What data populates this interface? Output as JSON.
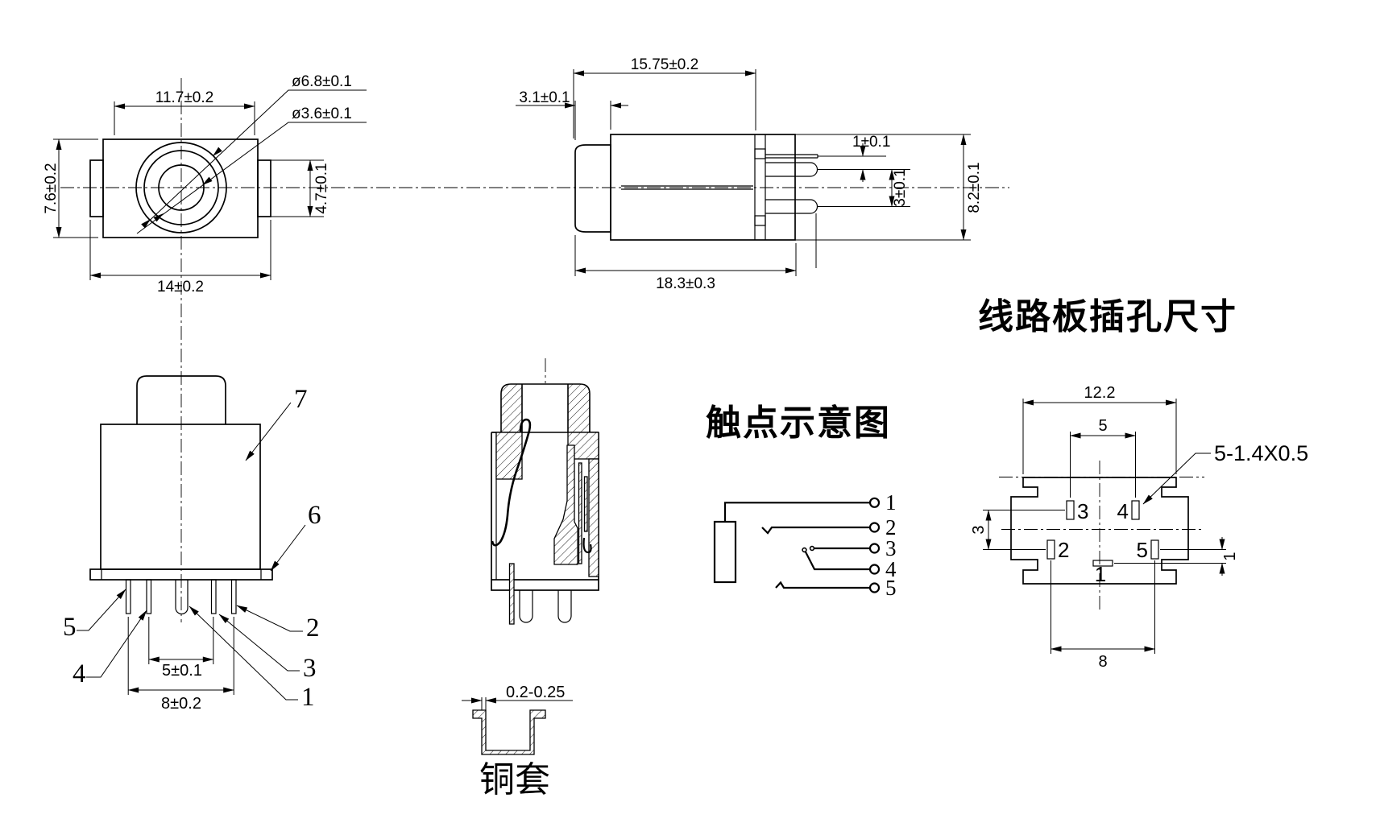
{
  "front_view": {
    "dims": {
      "width_top": "11.7±0.2",
      "dia_outer": "ø6.8±0.1",
      "dia_inner": "ø3.6±0.1",
      "height": "7.6±0.2",
      "tab_height": "4.7±0.1",
      "width_overall": "14±0.2"
    }
  },
  "side_view": {
    "dims": {
      "body_length": "15.75±0.2",
      "cap_length": "3.1±0.1",
      "pin_offset": "1±0.1",
      "pin_spacing": "3±0.1",
      "height": "8.2±0.1",
      "overall_length": "18.3±0.3"
    }
  },
  "bottom_view": {
    "part_labels": [
      "1",
      "2",
      "3",
      "4",
      "5",
      "6",
      "7"
    ],
    "dims": {
      "pin_pitch_inner": "5±0.1",
      "pin_pitch_outer": "8±0.2"
    }
  },
  "schematic": {
    "title": "触点示意图",
    "terminals": [
      "1",
      "2",
      "3",
      "4",
      "5"
    ]
  },
  "pcb_view": {
    "title": "线路板插孔尺寸",
    "pad_labels": [
      "1",
      "2",
      "3",
      "4",
      "5"
    ],
    "dims": {
      "overall_width": "12.2",
      "slot_pitch": "5",
      "row_gap": "3",
      "center_offset": "1",
      "bottom_span": "8"
    },
    "slot_note": "5-1.4X0.5"
  },
  "sleeve_view": {
    "label": "铜套",
    "dim": "0.2-0.25"
  }
}
